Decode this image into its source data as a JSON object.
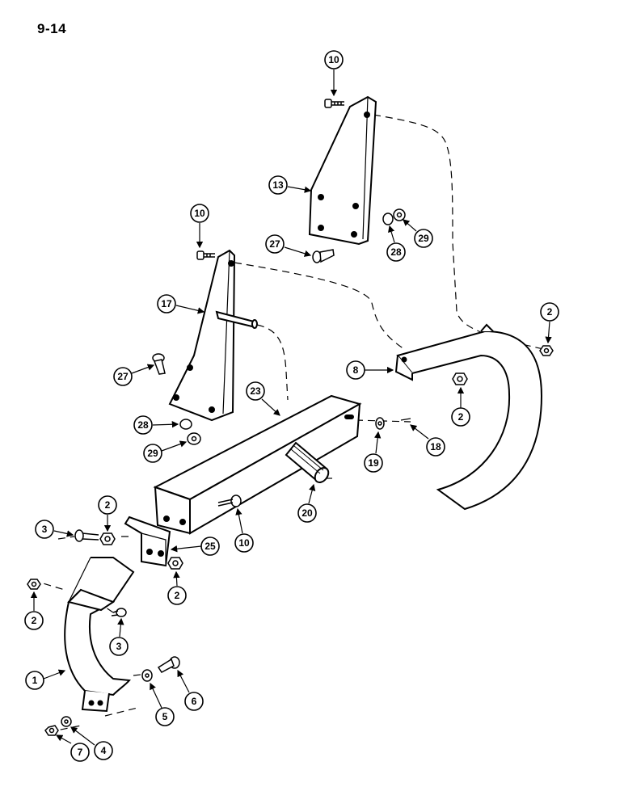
{
  "page": {
    "label": "9-14"
  },
  "callouts": [
    {
      "id": "c10a",
      "text": "10"
    },
    {
      "id": "c13",
      "text": "13"
    },
    {
      "id": "c29a",
      "text": "29"
    },
    {
      "id": "c28a",
      "text": "28"
    },
    {
      "id": "c27a",
      "text": "27"
    },
    {
      "id": "c10b",
      "text": "10"
    },
    {
      "id": "c17",
      "text": "17"
    },
    {
      "id": "c2a",
      "text": "2"
    },
    {
      "id": "c8",
      "text": "8"
    },
    {
      "id": "c2b",
      "text": "2"
    },
    {
      "id": "c27b",
      "text": "27"
    },
    {
      "id": "c23",
      "text": "23"
    },
    {
      "id": "c18",
      "text": "18"
    },
    {
      "id": "c19",
      "text": "19"
    },
    {
      "id": "c28b",
      "text": "28"
    },
    {
      "id": "c29b",
      "text": "29"
    },
    {
      "id": "c20",
      "text": "20"
    },
    {
      "id": "c2c",
      "text": "2"
    },
    {
      "id": "c3a",
      "text": "3"
    },
    {
      "id": "c25",
      "text": "25"
    },
    {
      "id": "c10c",
      "text": "10"
    },
    {
      "id": "c2d",
      "text": "2"
    },
    {
      "id": "c2e",
      "text": "2"
    },
    {
      "id": "c3b",
      "text": "3"
    },
    {
      "id": "c1",
      "text": "1"
    },
    {
      "id": "c6",
      "text": "6"
    },
    {
      "id": "c5",
      "text": "5"
    },
    {
      "id": "c7",
      "text": "7"
    },
    {
      "id": "c4",
      "text": "4"
    }
  ]
}
